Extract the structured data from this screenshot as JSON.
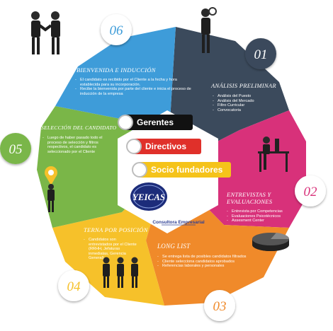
{
  "colors": {
    "preliminar": "#3b4a5c",
    "entrevistas": "#d8317a",
    "longlist": "#f08a2a",
    "terna": "#f6c12a",
    "seleccion": "#7ab648",
    "bienvenida": "#3e9cd9",
    "gerentes": "#111111",
    "directivos": "#e0302a",
    "socios": "#f5c31a",
    "brand": "#2e3f94"
  },
  "steps": [
    {
      "key": "analisis",
      "num": "01",
      "title": "ANÁLISIS PRELIMINAR",
      "items": [
        "Análisis del Puesto",
        "Análisis del Mercado",
        "Filtro Curricular",
        "Convocatoria"
      ]
    },
    {
      "key": "entrevistas",
      "num": "02",
      "title_lines": [
        "ENTREVISTAS Y",
        "EVALUACIONES"
      ],
      "items": [
        "Entrevista por Competencias",
        "Evaluaciones Psicotécnicos",
        "Assesment Center"
      ]
    },
    {
      "key": "longlist",
      "num": "03",
      "title": "LONG LIST",
      "items": [
        "Se entrega lista de posibles candidatos filtrados",
        "Cliente selecciona candidatos aprobados",
        "Referencias laborales y personales"
      ]
    },
    {
      "key": "terna",
      "num": "04",
      "title": "TERNA POR POSICIÓN",
      "items": [
        "Candidatos son entrevistados por el Cliente (RRHH, Jefaturas inmediatas, Gerencia General)"
      ]
    },
    {
      "key": "seleccion",
      "num": "05",
      "title": "SELECCIÓN DEL CANDIDATO",
      "items": [
        "Luego de haber pasado todo el proceso de selección y filtros respectivos, el candidato es seleccionado por el Cliente"
      ]
    },
    {
      "key": "bienvenida",
      "num": "06",
      "title": "BIENVENIDA E INDUCCIÓN",
      "items": [
        "El candidato es recibido por el Cliente a la fecha y hora establecida para su incorporación.",
        "Recibe la bienvenida por parte del cliente e inicia el proceso de inducción de la empresa"
      ]
    }
  ],
  "center": {
    "labels": [
      "Gerentes",
      "Directivos",
      "Socio fundadores"
    ],
    "logo_text": "YEICAS",
    "logo_sub": "Consultora Empresarial"
  }
}
